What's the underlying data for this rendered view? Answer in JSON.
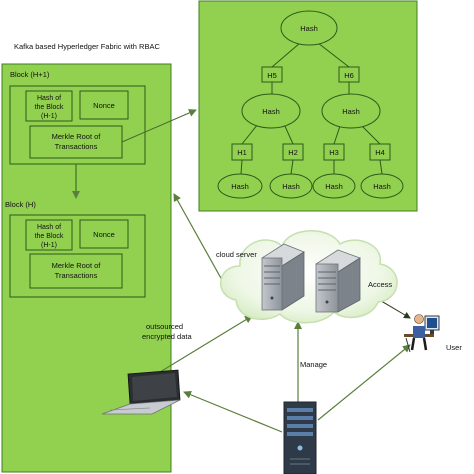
{
  "title": "Kafka based Hyperledger Fabric with RBAC",
  "block_top": {
    "label": "Block (H+1)",
    "hash_prev": [
      "Hash of",
      "the Block",
      "(H-1)"
    ],
    "nonce": "Nonce",
    "merkle": [
      "Merkle Root of",
      "Transactions"
    ]
  },
  "block_bottom": {
    "label": "Block (H)",
    "hash_prev": [
      "Hash of",
      "the Block",
      "(H-1)"
    ],
    "nonce": "Nonce",
    "merkle": [
      "Merkle Root of",
      "Transactions"
    ]
  },
  "merkle_tree": {
    "root": "Hash",
    "level1": [
      "H5",
      "H6"
    ],
    "level2": [
      "Hash",
      "Hash"
    ],
    "level3": [
      "H1",
      "H2",
      "H3",
      "H4"
    ],
    "leaves": [
      "Hash",
      "Hash",
      "Hash",
      "Hash"
    ]
  },
  "cloud_label": "cloud server",
  "access_label": "Access",
  "user_label": "User",
  "outsourced_label": [
    "outsourced",
    "encrypted data"
  ],
  "manage_label": "Manage",
  "colors": {
    "green_fill": "#92d050",
    "green_stroke": "#3f7f1f",
    "arrow": "#5a7f3c",
    "server_gray": "#a8adb3",
    "server_dark": "#2f3a48"
  },
  "icons": [
    "server-icon",
    "laptop-icon",
    "user-icon",
    "tower-server-icon",
    "cloud-icon"
  ]
}
